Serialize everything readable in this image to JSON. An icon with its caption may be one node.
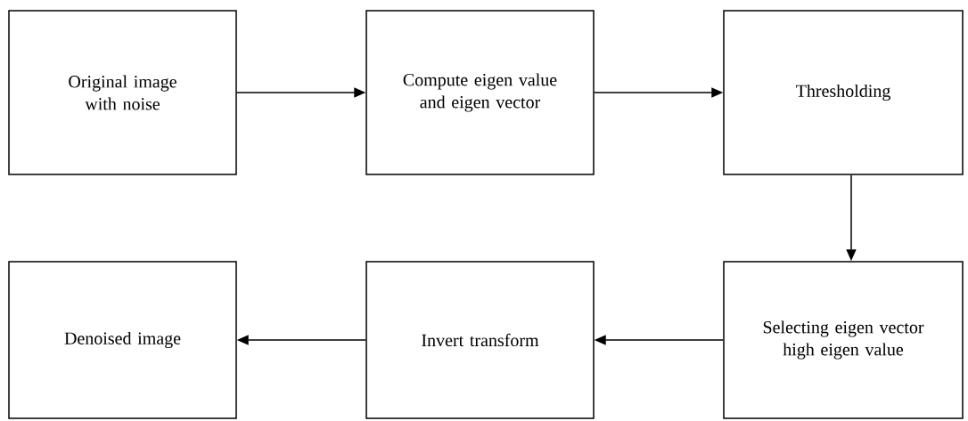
{
  "diagram": {
    "nodes": [
      {
        "text": [
          "Original image with noise"
        ]
      },
      {
        "text": [
          "Compute eigen value and eigen vector"
        ]
      },
      {
        "text": [
          "Thresholding"
        ]
      },
      {
        "text": [
          "Selecting eigen vector high eigen value"
        ]
      },
      {
        "text": [
          "Invert transform"
        ]
      },
      {
        "text": [
          "Denoised image"
        ]
      }
    ],
    "edges": [
      {
        "from": 0,
        "to": 1,
        "arrow": "to"
      },
      {
        "from": 1,
        "to": 2,
        "arrow": "to"
      },
      {
        "from": 2,
        "to": 3,
        "arrow": "to"
      },
      {
        "from": 3,
        "to": 4,
        "arrow": "to"
      },
      {
        "from": 4,
        "to": 5,
        "arrow": "to"
      }
    ]
  }
}
